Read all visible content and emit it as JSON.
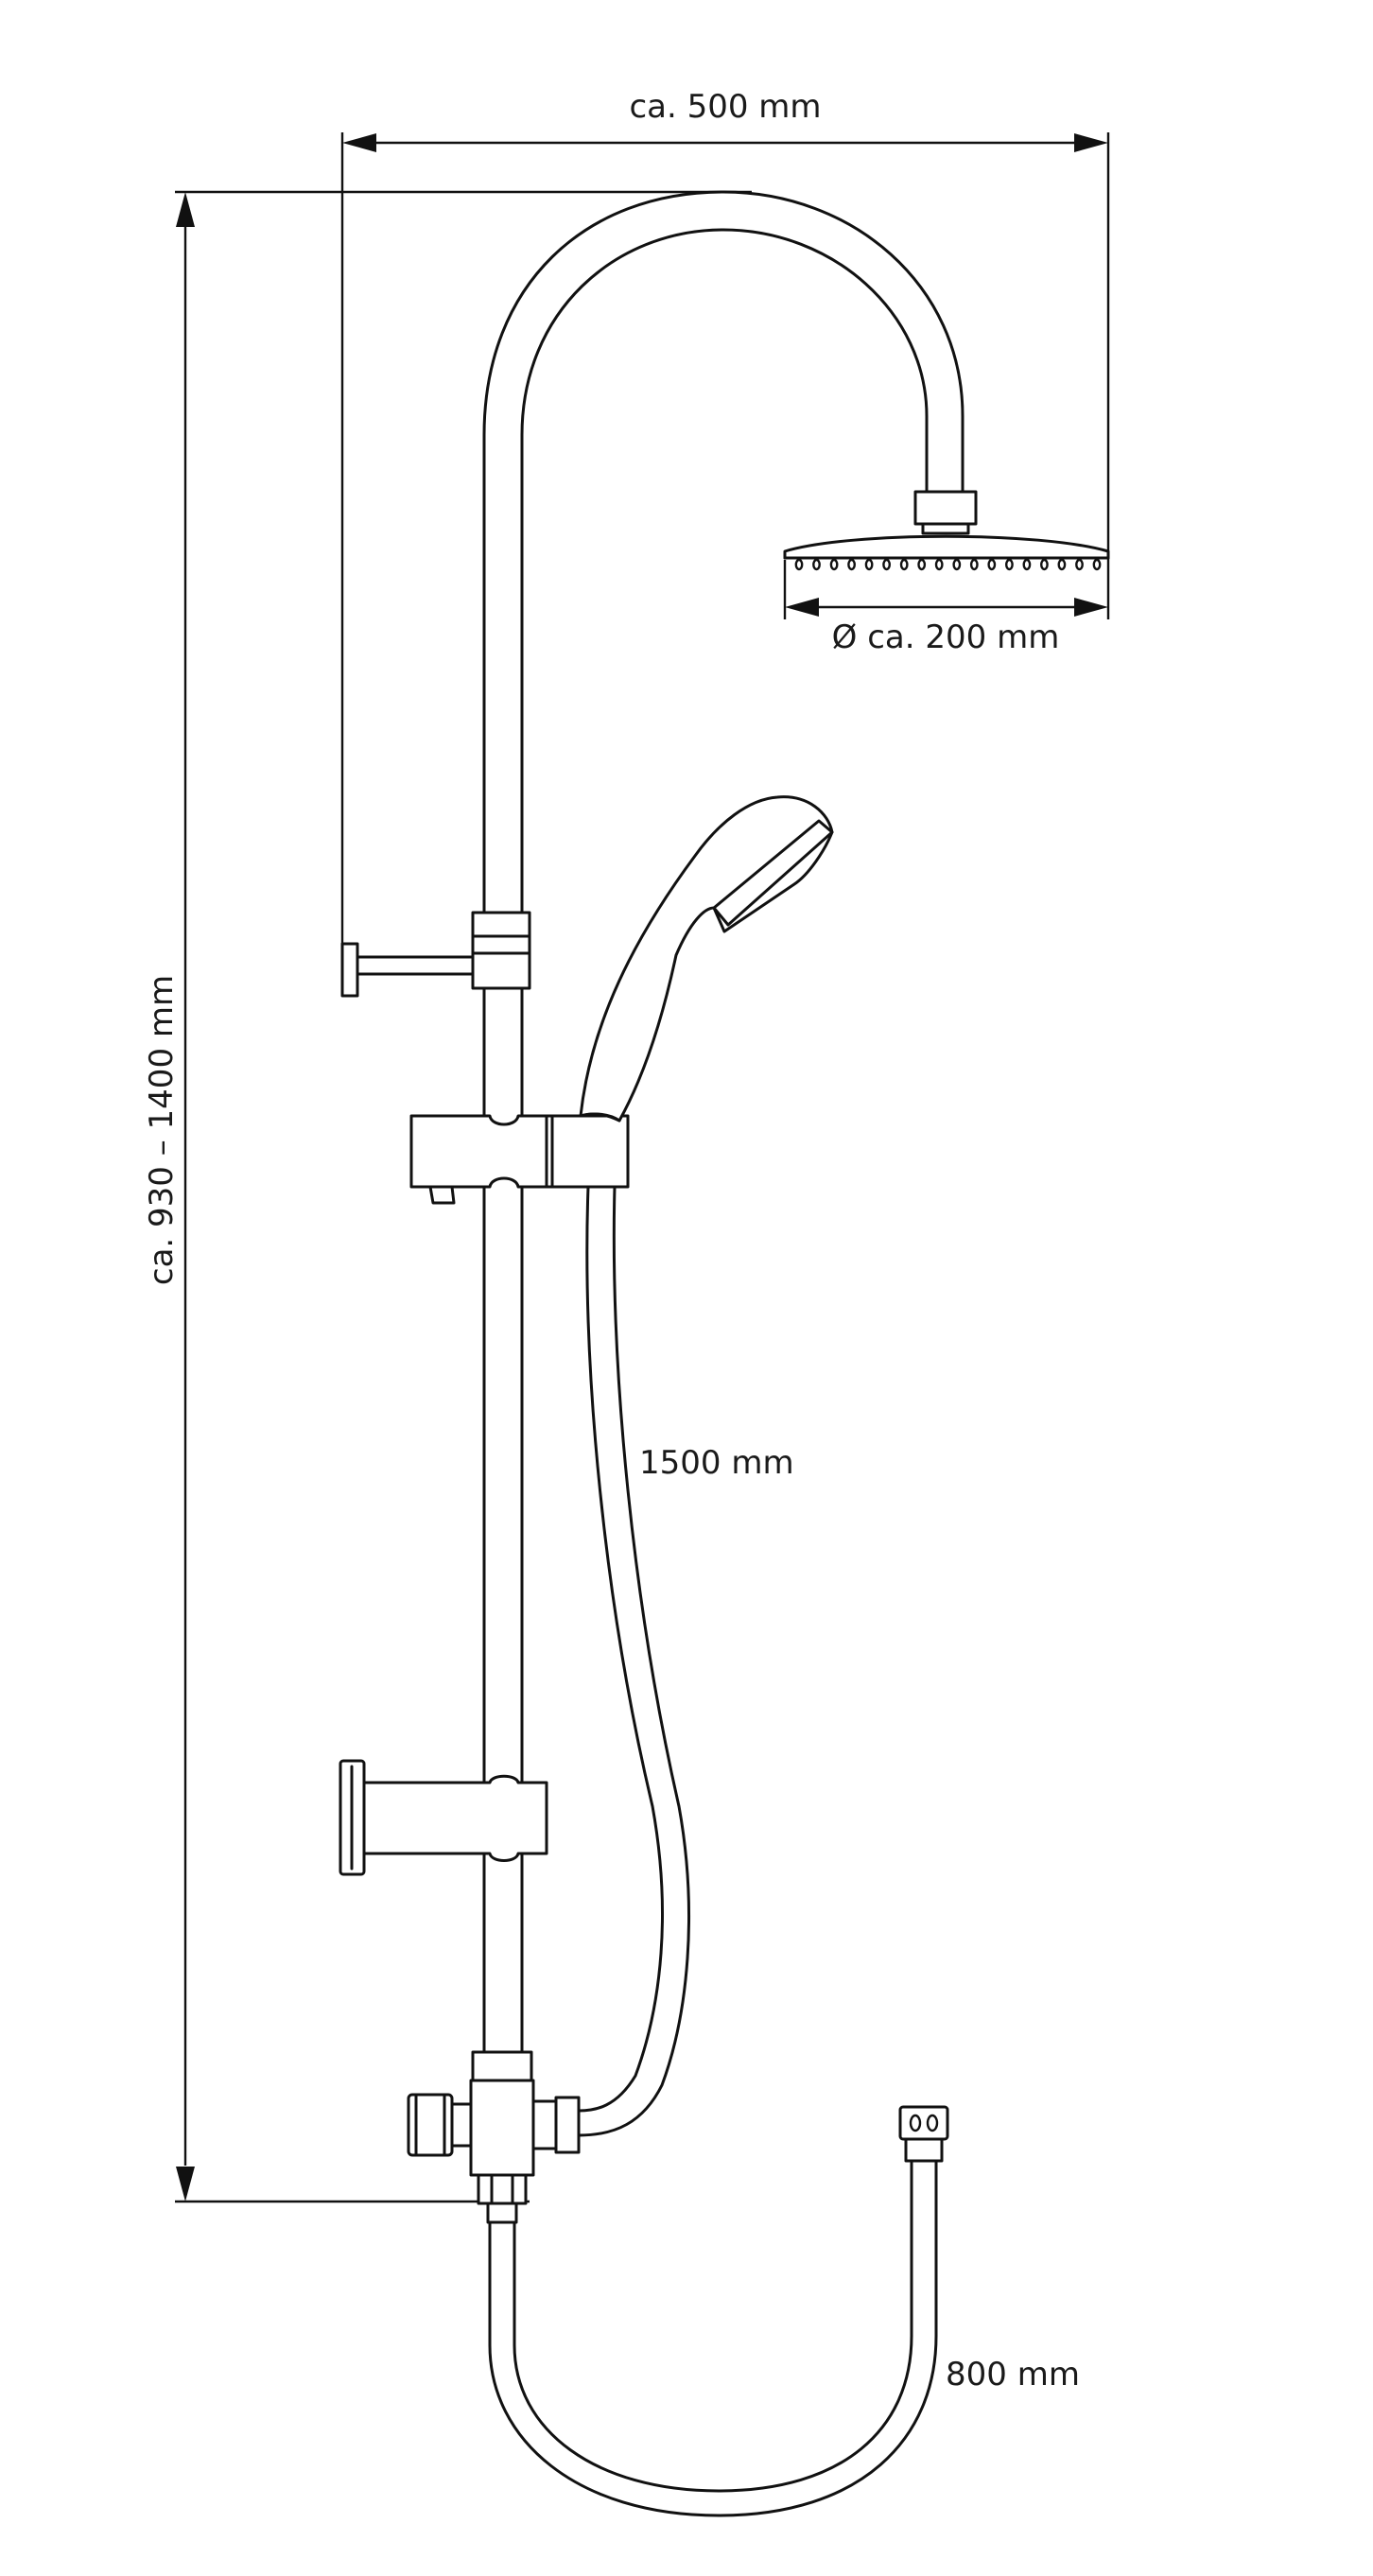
{
  "dimensions": {
    "width_label": "ca. 500 mm",
    "height_label": "ca. 930 – 1400 mm",
    "head_diameter_label": "Ø ca. 200 mm",
    "hand_hose_label": "1500 mm",
    "supply_hose_label": "800 mm"
  },
  "icons": {
    "shower_head": "rain-shower-head-icon",
    "hand_shower": "hand-shower-icon",
    "mixer": "shower-mixer-icon"
  },
  "colors": {
    "line": "#111111",
    "background": "#ffffff"
  }
}
